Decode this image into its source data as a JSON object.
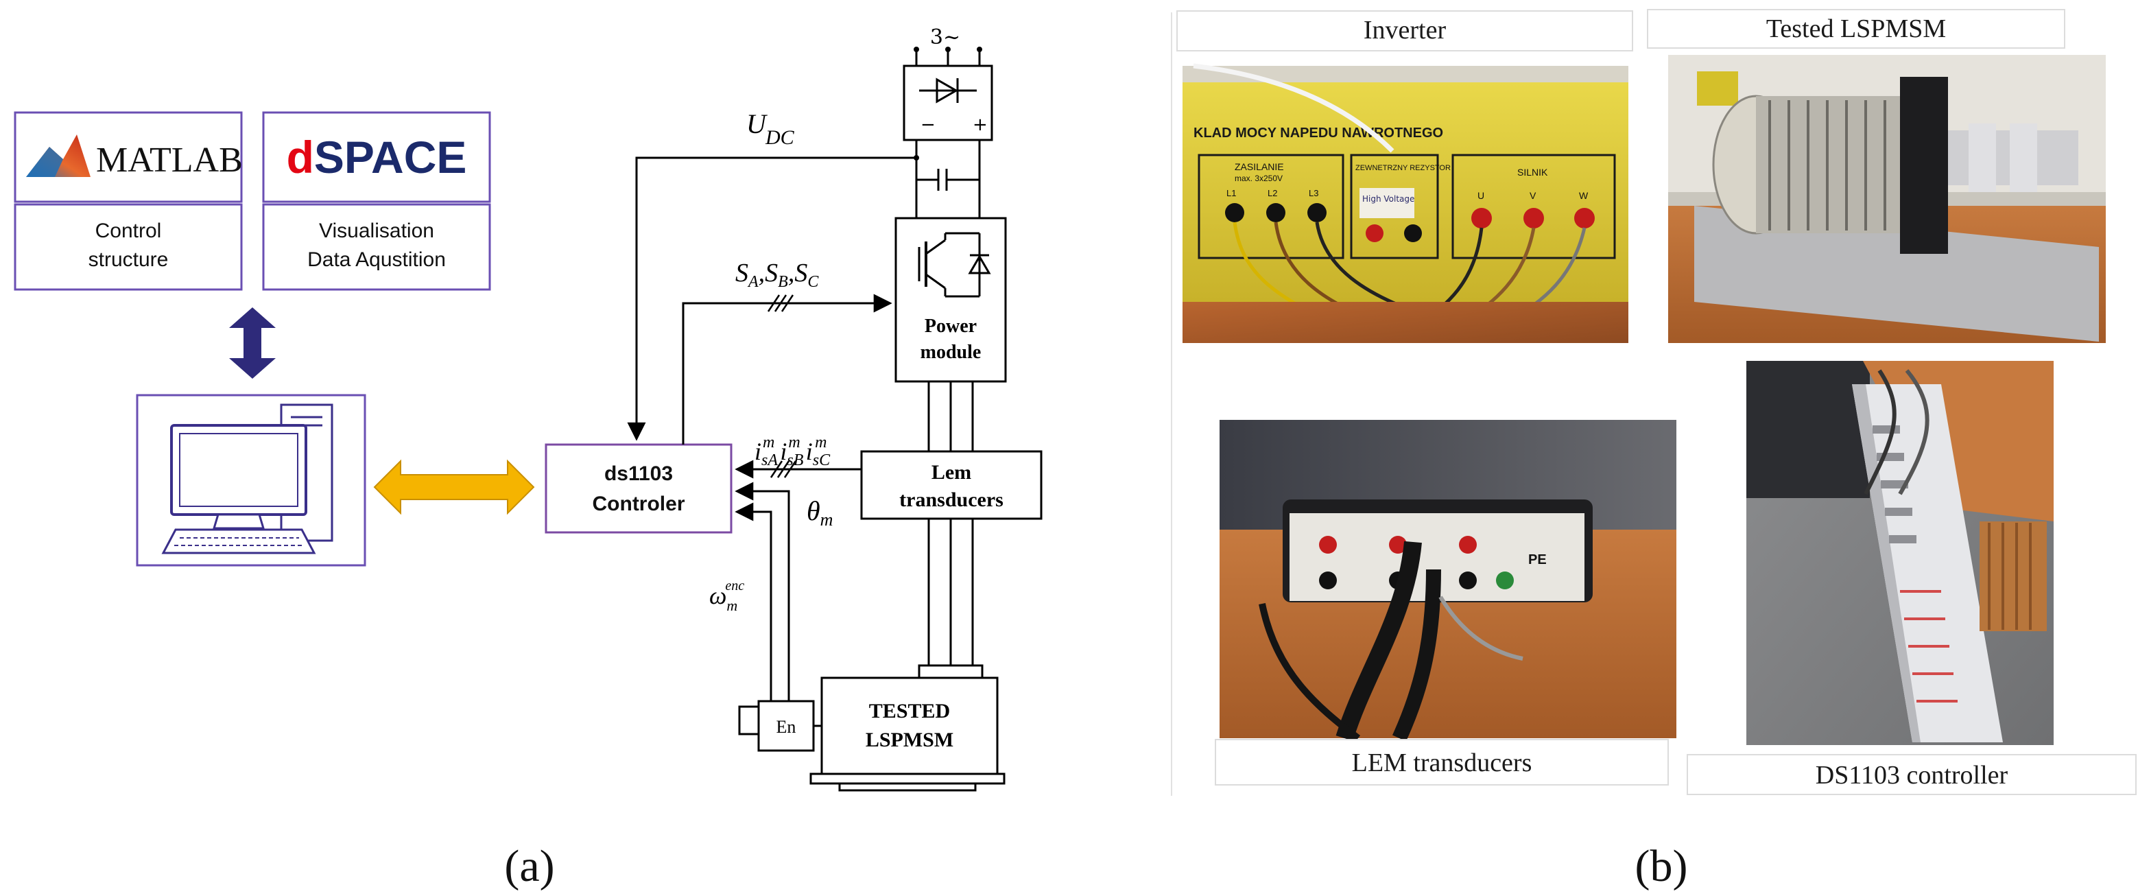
{
  "panel_a": {
    "label": "(a)",
    "software": {
      "matlab_logo": "MATLAB",
      "dspace_logo": "dSPACE",
      "matlab_caption_line1": "Control",
      "matlab_caption_line2": "structure",
      "dspace_caption_line1": "Visualisation",
      "dspace_caption_line2": "Data Aqustition"
    },
    "blocks": {
      "controller_line1": "ds1103",
      "controller_line2": "Controler",
      "power_module_line1": "Power",
      "power_module_line2": "module",
      "lem_line1": "Lem",
      "lem_line2": "transducers",
      "motor_line1": "TESTED",
      "motor_line2": "LSPMSM",
      "encoder": "En",
      "rectifier_minus": "−",
      "rectifier_plus": "+"
    },
    "signals": {
      "supply": "3~",
      "udc_main": "U",
      "udc_sub": "DC",
      "switching": "S_A, S_B, S_C",
      "currents": "i_sA^m i_sB^m i_sC^m",
      "theta": "θ_m",
      "omega": "ω_m^enc"
    }
  },
  "panel_b": {
    "label": "(b)",
    "photos": [
      {
        "caption": "Inverter",
        "board_text": "KLAD MOCY NAPEDU NAWROTNEGO",
        "section1": "ZASILANIE",
        "section1_sub": "max. 3x250V",
        "section2": "ZEWNETRZNY REZYSTOR",
        "section3": "SILNIK",
        "terminals_left": [
          "L1",
          "L2",
          "L3"
        ],
        "terminals_right": [
          "U",
          "V",
          "W"
        ],
        "handwritten_note": "High Voltage"
      },
      {
        "caption": "Tested LSPMSM"
      },
      {
        "caption": "LEM transducers",
        "box_label": "PE"
      },
      {
        "caption": "DS1103 controller"
      }
    ]
  },
  "colors": {
    "frame_purple": "#6a4fb3",
    "arrow_navy": "#2e2a7a",
    "arrow_orange": "#f5b400",
    "dspace_red": "#e30613",
    "dspace_navy": "#1b2a6b",
    "line_black": "#000000"
  }
}
